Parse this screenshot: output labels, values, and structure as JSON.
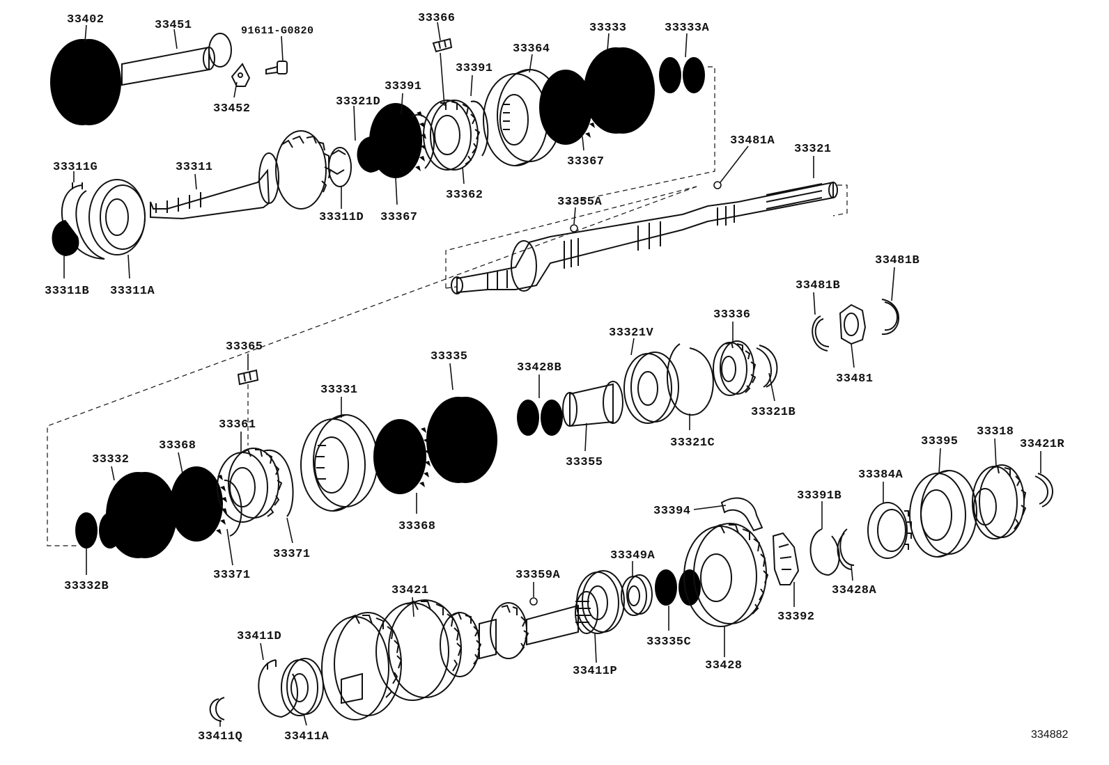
{
  "diagram": {
    "figure_code": "334882",
    "labels": [
      {
        "id": "33402",
        "text": "33402"
      },
      {
        "id": "33451",
        "text": "33451"
      },
      {
        "id": "91611-G0820",
        "text": "91611-G0820"
      },
      {
        "id": "33452",
        "text": "33452"
      },
      {
        "id": "33366",
        "text": "33366"
      },
      {
        "id": "33333",
        "text": "33333"
      },
      {
        "id": "33333A",
        "text": "33333A"
      },
      {
        "id": "33364",
        "text": "33364"
      },
      {
        "id": "33391",
        "text": "33391"
      },
      {
        "id": "33391b",
        "text": "33391"
      },
      {
        "id": "33321D",
        "text": "33321D"
      },
      {
        "id": "33367",
        "text": "33367"
      },
      {
        "id": "33367b",
        "text": "33367"
      },
      {
        "id": "33362",
        "text": "33362"
      },
      {
        "id": "33311D",
        "text": "33311D"
      },
      {
        "id": "33311G",
        "text": "33311G"
      },
      {
        "id": "33311",
        "text": "33311"
      },
      {
        "id": "33311B",
        "text": "33311B"
      },
      {
        "id": "33311A",
        "text": "33311A"
      },
      {
        "id": "33481A",
        "text": "33481A"
      },
      {
        "id": "33321",
        "text": "33321"
      },
      {
        "id": "33355A",
        "text": "33355A"
      },
      {
        "id": "33481B",
        "text": "33481B"
      },
      {
        "id": "33481Bb",
        "text": "33481B"
      },
      {
        "id": "33481",
        "text": "33481"
      },
      {
        "id": "33365",
        "text": "33365"
      },
      {
        "id": "33335",
        "text": "33335"
      },
      {
        "id": "33331",
        "text": "33331"
      },
      {
        "id": "33428B",
        "text": "33428B"
      },
      {
        "id": "33321V",
        "text": "33321V"
      },
      {
        "id": "33336",
        "text": "33336"
      },
      {
        "id": "33321B",
        "text": "33321B"
      },
      {
        "id": "33321C",
        "text": "33321C"
      },
      {
        "id": "33355",
        "text": "33355"
      },
      {
        "id": "33361",
        "text": "33361"
      },
      {
        "id": "33368",
        "text": "33368"
      },
      {
        "id": "33368b",
        "text": "33368"
      },
      {
        "id": "33332",
        "text": "33332"
      },
      {
        "id": "33332B",
        "text": "33332B"
      },
      {
        "id": "33371",
        "text": "33371"
      },
      {
        "id": "33371b",
        "text": "33371"
      },
      {
        "id": "33395",
        "text": "33395"
      },
      {
        "id": "33318",
        "text": "33318"
      },
      {
        "id": "33421R",
        "text": "33421R"
      },
      {
        "id": "33384A",
        "text": "33384A"
      },
      {
        "id": "33391B",
        "text": "33391B"
      },
      {
        "id": "33394",
        "text": "33394"
      },
      {
        "id": "33349A",
        "text": "33349A"
      },
      {
        "id": "33359A",
        "text": "33359A"
      },
      {
        "id": "33421",
        "text": "33421"
      },
      {
        "id": "33428A",
        "text": "33428A"
      },
      {
        "id": "33392",
        "text": "33392"
      },
      {
        "id": "33335C",
        "text": "33335C"
      },
      {
        "id": "33428",
        "text": "33428"
      },
      {
        "id": "33411P",
        "text": "33411P"
      },
      {
        "id": "33411D",
        "text": "33411D"
      },
      {
        "id": "33411Q",
        "text": "33411Q"
      },
      {
        "id": "33411A",
        "text": "33411A"
      }
    ]
  }
}
